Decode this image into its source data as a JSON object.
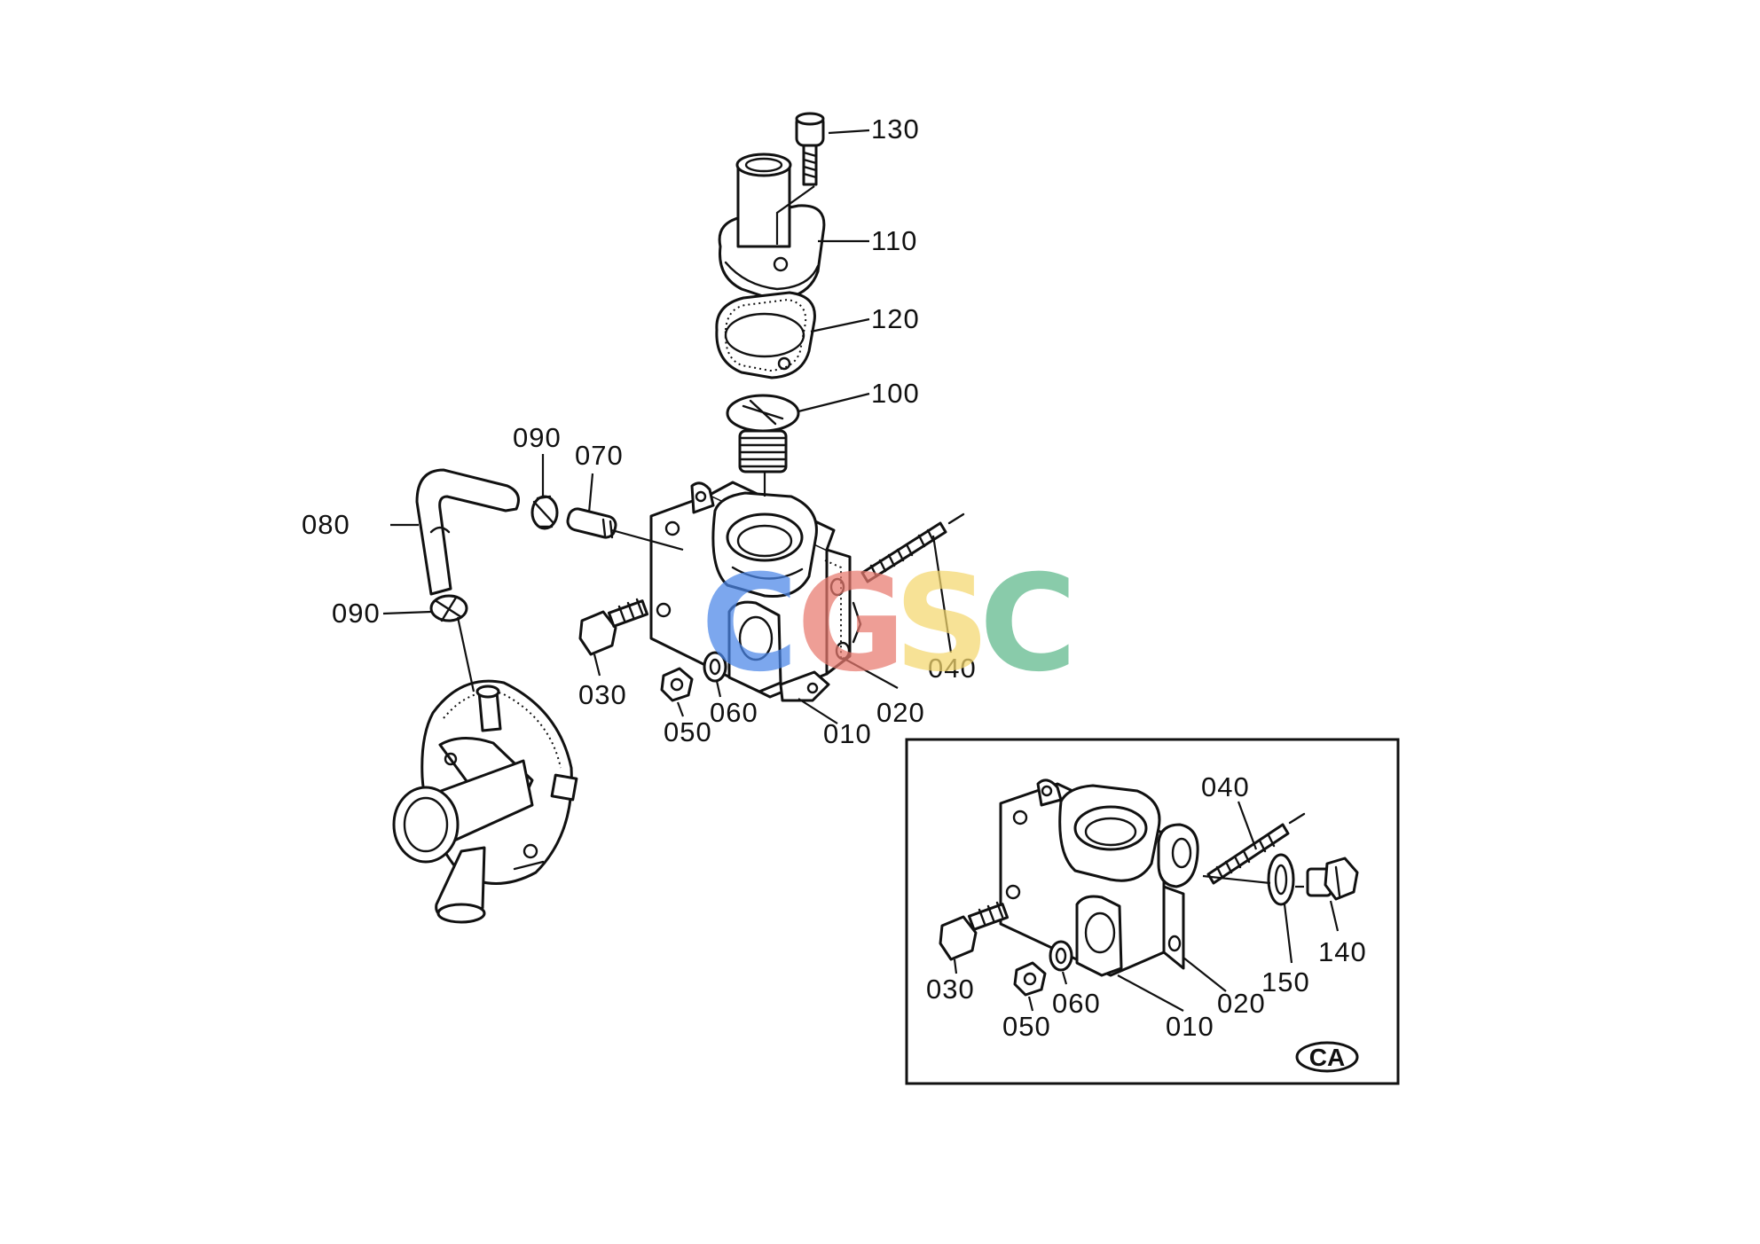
{
  "callouts_main": [
    "130",
    "110",
    "120",
    "100",
    "090",
    "070",
    "080",
    "090",
    "030",
    "040",
    "050",
    "060",
    "010",
    "020"
  ],
  "callouts_inset": [
    "040",
    "140",
    "150",
    "020",
    "030",
    "060",
    "050",
    "010"
  ],
  "inset_badge": "CA",
  "watermark": {
    "letters": [
      "C",
      "G",
      "S",
      "C"
    ],
    "colors": [
      "#4a86e8",
      "#e8796f",
      "#f5d76e",
      "#5cb88a"
    ]
  },
  "colors": {
    "line": "#111111",
    "background": "#ffffff"
  }
}
